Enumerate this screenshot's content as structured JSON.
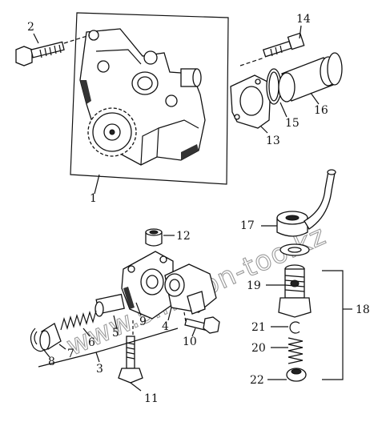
{
  "watermark": "www.sinhron-too.kz",
  "labels": {
    "p1": "1",
    "p2": "2",
    "p3": "3",
    "p4": "4",
    "p5": "5",
    "p6": "6",
    "p7": "7",
    "p8": "8",
    "p9": "9",
    "p10": "10",
    "p11": "11",
    "p12": "12",
    "p13": "13",
    "p14": "14",
    "p15": "15",
    "p16": "16",
    "p17": "17",
    "p18": "18",
    "p19": "19",
    "p20": "20",
    "p21": "21",
    "p22": "22"
  }
}
